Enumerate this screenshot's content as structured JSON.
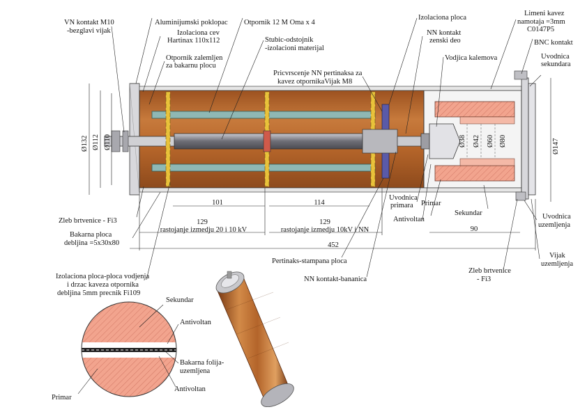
{
  "labels": {
    "vn_kontakt": [
      "VN kontakt M10",
      "-bezglavi vijak"
    ],
    "aluminijumski_poklopac": "Aluminijumski poklopac",
    "izolaciona_cev": [
      "Izolaciona cev",
      "Hartinax 110x112"
    ],
    "otpornik_zalemljen": [
      "Otpornik zalemljen",
      "za bakarnu plocu"
    ],
    "otpornik_12m": "Otpornik 12 M Oma x 4",
    "stubic": [
      "Stubic-odstojnik",
      "-izolacioni materijal"
    ],
    "izolaciona_ploca": "Izolaciona ploca",
    "nn_kontakt_zenski": [
      "NN kontakt",
      "zenski deo"
    ],
    "limeni_kavez": [
      "Limeni kavez",
      "namotaja =3mm",
      "C0147P5"
    ],
    "bnc_kontakt": "BNC kontakt",
    "uvodnica_sekundara": [
      "Uvodnica",
      "sekundara"
    ],
    "vodjica_kalemova": "Vodjica kalemova",
    "pricvrscenje": [
      "Pricvrscenje NN pertinaksa za",
      "kavez otpornikaVijak M8"
    ],
    "uvodnica_primara": [
      "Uvodnica",
      "primara"
    ],
    "primar_top": "Primar",
    "sekundar_top": "Sekundar",
    "antivoltan_top": "Antivoltan",
    "uvodnica_uzemljenja": [
      "Uvodnica",
      "uzemljenja"
    ],
    "vijak_uzemljenja": [
      "Vijak",
      "uzemljenja"
    ],
    "zleb_left": "Zleb brtvenice - Fi3",
    "bakarna_ploca": [
      "Bakarna ploca",
      "debljina =5x30x80"
    ],
    "pertinaks": "Pertinaks-stampana ploca",
    "nn_banana": "NN kontakt-bananica",
    "zleb_right": [
      "Zleb brtvenice",
      "- Fi3"
    ],
    "izolaciona_ploca_vodjenja": [
      "Izolaciona ploca-ploca vodjenja",
      "i drzac kaveza otpornika",
      "debljina 5mm precnik Fi109"
    ],
    "detail_sekundar": "Sekundar",
    "detail_antivoltan_1": "Antivoltan",
    "detail_bakarna": [
      "Bakarna folija-",
      "uzemljena"
    ],
    "detail_antivoltan_2": "Antivoltan",
    "detail_primar": "Primar"
  },
  "dimensions": {
    "d101": "101",
    "d114": "114",
    "d129_left": "129",
    "d129_left_text": "rastojanje izmedju 20 i 10 kV",
    "d129_right": "129",
    "d129_right_text": "rastojanje izmedju 10kV i NN",
    "d90": "90",
    "d452": "452",
    "phi132": "Ø132",
    "phi112": "Ø112",
    "phi110": "Ø110",
    "phi147": "Ø147",
    "phi38": "Ø38",
    "phi42": "Ø42",
    "phi60": "Ø60",
    "phi80": "Ø80"
  },
  "colors": {
    "wood": "#b5652a",
    "resistor": "#8fb8b4",
    "copper_coil": "#e8967c",
    "steel": "#8e8e94",
    "yellow": "#e9c23a",
    "blue_plate": "#5a5aa8"
  }
}
